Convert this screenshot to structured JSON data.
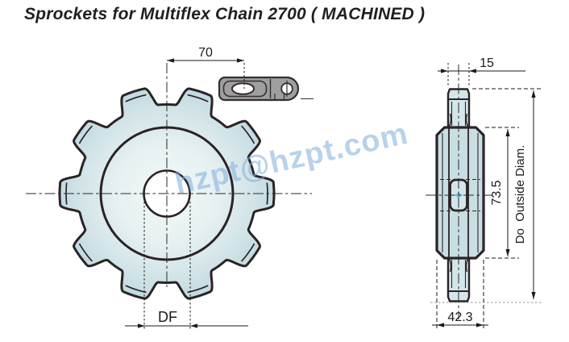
{
  "title": "Sprockets for Multiflex Chain 2700 ( MACHINED )",
  "watermark": "hzpt@hzpt.com",
  "front_view": {
    "description": "sprocket front view, 10 teeth",
    "dim_center_to_chain": "70",
    "dim_root": "DF"
  },
  "side_view": {
    "description": "sprocket side section view",
    "dim_plate_width": "15",
    "dim_hub_length": "73.5",
    "dim_outside_diameter": "Do  Outside Diam.",
    "dim_hub_width": "42.3"
  },
  "colors": {
    "outline": "#2b2326",
    "body_fill_edge": "#c2dbe0",
    "body_fill_center": "#f2f8f8",
    "hub_fill": "#c8dee3",
    "plate_fill": "#d3e6ea",
    "dimension_line": "#1a1a1a",
    "chain_link_fill": "#9f9f9f",
    "watermark_blue": "#80addb",
    "center_marker_cyan": "#66c2d8"
  }
}
